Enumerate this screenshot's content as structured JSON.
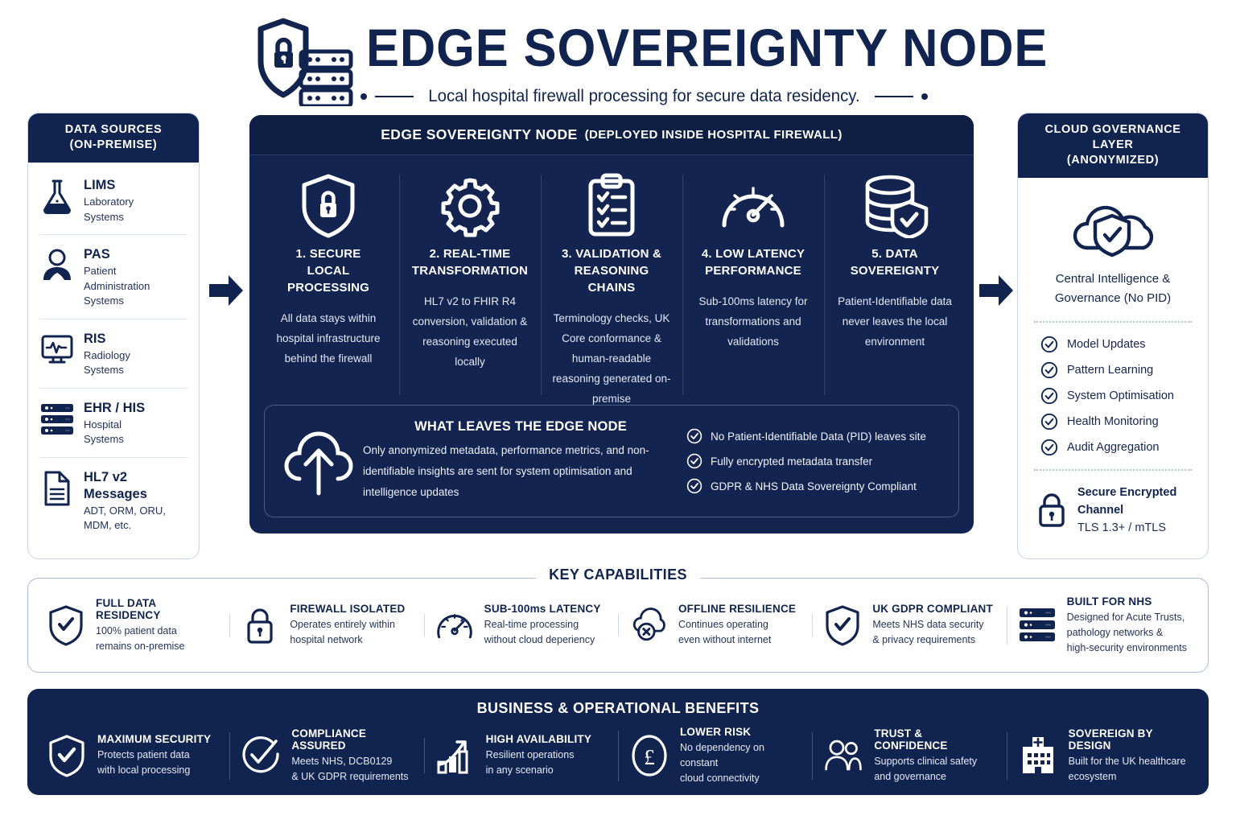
{
  "header": {
    "logo_icon": "shield-lock-server-icon",
    "title": "EDGE SOVEREIGNTY NODE",
    "subtitle": "Local hospital firewall processing for secure data residency."
  },
  "data_sources": {
    "heading_line1": "DATA SOURCES",
    "heading_line2": "(ON-PREMISE)",
    "items": [
      {
        "icon": "flask-icon",
        "title": "LIMS",
        "sub": "Laboratory\nSystems"
      },
      {
        "icon": "person-icon",
        "title": "PAS",
        "sub": "Patient\nAdministration\nSystems"
      },
      {
        "icon": "monitor-ecg-icon",
        "title": "RIS",
        "sub": "Radiology\nSystems"
      },
      {
        "icon": "server-rack-icon",
        "title": "EHR / HIS",
        "sub": "Hospital\nSystems"
      },
      {
        "icon": "document-icon",
        "title": "HL7 v2 Messages",
        "sub": "ADT, ORM, ORU,\nMDM, etc."
      }
    ]
  },
  "edge_node": {
    "header_title": "EDGE SOVEREIGNTY NODE",
    "header_sub": "(DEPLOYED INSIDE HOSPITAL FIREWALL)",
    "pillars": [
      {
        "icon": "shield-lock-icon",
        "title": "1. SECURE\nLOCAL PROCESSING",
        "desc": "All data stays within hospital infrastructure behind the firewall"
      },
      {
        "icon": "gear-icon",
        "title": "2. REAL-TIME\nTRANSFORMATION",
        "desc": "HL7 v2 to FHIR R4 conversion, validation & reasoning executed locally"
      },
      {
        "icon": "clipboard-check-icon",
        "title": "3. VALIDATION &\nREASONING CHAINS",
        "desc": "Terminology checks, UK Core conformance & human-readable reasoning generated on-premise"
      },
      {
        "icon": "gauge-icon",
        "title": "4. LOW LATENCY\nPERFORMANCE",
        "desc": "Sub-100ms latency for transformations and validations"
      },
      {
        "icon": "database-shield-icon",
        "title": "5. DATA\nSOVEREIGNTY",
        "desc": "Patient-Identifiable data never leaves the local environment"
      }
    ],
    "leaves": {
      "icon": "cloud-upload-icon",
      "title": "WHAT LEAVES THE EDGE NODE",
      "desc": "Only anonymized metadata, performance metrics, and non-identifiable insights are sent for system optimisation and intelligence updates",
      "checks": [
        "No Patient-Identifiable Data (PID) leaves site",
        "Fully encrypted metadata transfer",
        "GDPR & NHS Data Sovereignty Compliant"
      ]
    }
  },
  "cloud_layer": {
    "heading_line1": "CLOUD GOVERNANCE LAYER",
    "heading_line2": "(ANONYMIZED)",
    "icon": "cloud-shield-check-icon",
    "caption": "Central Intelligence & Governance (No PID)",
    "items": [
      "Model Updates",
      "Pattern Learning",
      "System Optimisation",
      "Health Monitoring",
      "Audit Aggregation"
    ],
    "secure_icon": "padlock-icon",
    "secure_title": "Secure Encrypted Channel",
    "secure_sub": "TLS 1.3+ / mTLS"
  },
  "key_capabilities": {
    "legend": "KEY CAPABILITIES",
    "items": [
      {
        "icon": "shield-check-icon",
        "title": "FULL DATA RESIDENCY",
        "desc": "100% patient data\nremains on-premise"
      },
      {
        "icon": "padlock-icon",
        "title": "FIREWALL ISOLATED",
        "desc": "Operates entirely within\nhospital network"
      },
      {
        "icon": "gauge-icon",
        "title": "SUB-100ms LATENCY",
        "desc": "Real-time processing\nwithout cloud deperiency"
      },
      {
        "icon": "cloud-offline-icon",
        "title": "OFFLINE RESILIENCE",
        "desc": "Continues operating\neven without internet"
      },
      {
        "icon": "shield-check-icon",
        "title": "UK GDPR COMPLIANT",
        "desc": "Meets NHS data security\n& privacy requirements"
      },
      {
        "icon": "server-rack-icon",
        "title": "BUILT FOR NHS",
        "desc": "Designed for Acute Trusts,\npathology networks &\nhigh-security environments"
      }
    ]
  },
  "benefits": {
    "title": "BUSINESS & OPERATIONAL BENEFITS",
    "items": [
      {
        "icon": "shield-check-icon",
        "title": "MAXIMUM SECURITY",
        "desc": "Protects patient data\nwith local processing"
      },
      {
        "icon": "circle-check-icon",
        "title": "COMPLIANCE ASSURED",
        "desc": "Meets NHS, DCB0129\n& UK GDPR requirements"
      },
      {
        "icon": "bar-chart-arrow-icon",
        "title": "HIGH AVAILABILITY",
        "desc": "Resilient operations\nin any scenario"
      },
      {
        "icon": "pound-circle-icon",
        "title": "LOWER RISK",
        "desc": "No dependency on constant\ncloud connectivity"
      },
      {
        "icon": "people-icon",
        "title": "TRUST & CONFIDENCE",
        "desc": "Supports clinical safety\nand governance"
      },
      {
        "icon": "hospital-icon",
        "title": "SOVEREIGN BY DESIGN",
        "desc": "Built for the UK healthcare\necosystem"
      }
    ]
  },
  "colors": {
    "navy": "#11244f",
    "panel_navy": "#12244f",
    "white": "#ffffff",
    "border_light": "#c9d4e6"
  }
}
